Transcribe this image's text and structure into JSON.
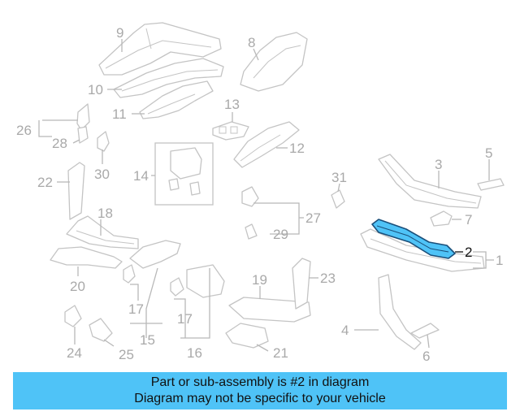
{
  "diagram": {
    "highlight_color": "#4fc3f7",
    "callouts": [
      "9",
      "8",
      "10",
      "11",
      "13",
      "26",
      "28",
      "30",
      "12",
      "14",
      "22",
      "31",
      "3",
      "5",
      "18",
      "27",
      "7",
      "29",
      "2",
      "1",
      "20",
      "19",
      "23",
      "17",
      "17",
      "4",
      "24",
      "25",
      "15",
      "16",
      "21",
      "6"
    ]
  },
  "banner": {
    "line1": "Part or sub-assembly is #2 in diagram",
    "line2": "Diagram may not be specific to your vehicle",
    "background": "#4fc3f7"
  }
}
